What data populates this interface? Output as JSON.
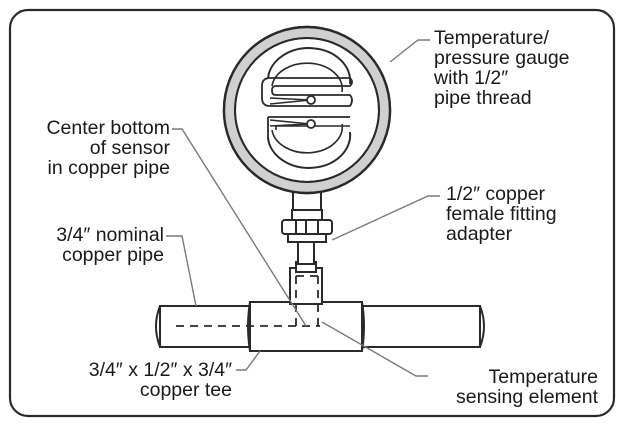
{
  "labels": {
    "gauge": [
      "Temperature/",
      "pressure gauge",
      "with 1/2″",
      "pipe thread"
    ],
    "center": [
      "Center bottom",
      "of sensor",
      "in copper pipe"
    ],
    "adapter": [
      "1/2″ copper",
      "female fitting",
      "adapter"
    ],
    "pipe": [
      "3/4″ nominal",
      "copper pipe"
    ],
    "tee": [
      "3/4″ x 1/2″ x 3/4″",
      "copper tee"
    ],
    "element": [
      "Temperature",
      "sensing element"
    ]
  }
}
